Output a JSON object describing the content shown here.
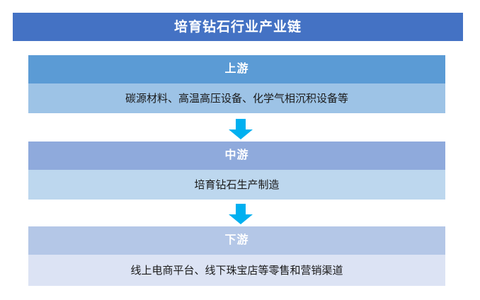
{
  "title": {
    "text": "培育钻石行业产业链",
    "background_color": "#4472C4",
    "text_color": "#FFFFFF"
  },
  "arrow": {
    "icon": "arrow-down-icon",
    "color": "#00B0F0",
    "count": 2
  },
  "stages": [
    {
      "key": "upstream",
      "header": "上游",
      "body": "碳源材料、高温高压设备、化学气相沉积设备等",
      "header_color": "#5B9BD5",
      "body_color": "#9DC3E6"
    },
    {
      "key": "midstream",
      "header": "中游",
      "body": "培育钻石生产制造",
      "header_color": "#8FAADC",
      "body_color": "#BDD7EE"
    },
    {
      "key": "downstream",
      "header": "下游",
      "body": "线上电商平台、线下珠宝店等零售和营销渠道",
      "header_color": "#B4C7E7",
      "body_color": "#DCE3F4"
    }
  ]
}
